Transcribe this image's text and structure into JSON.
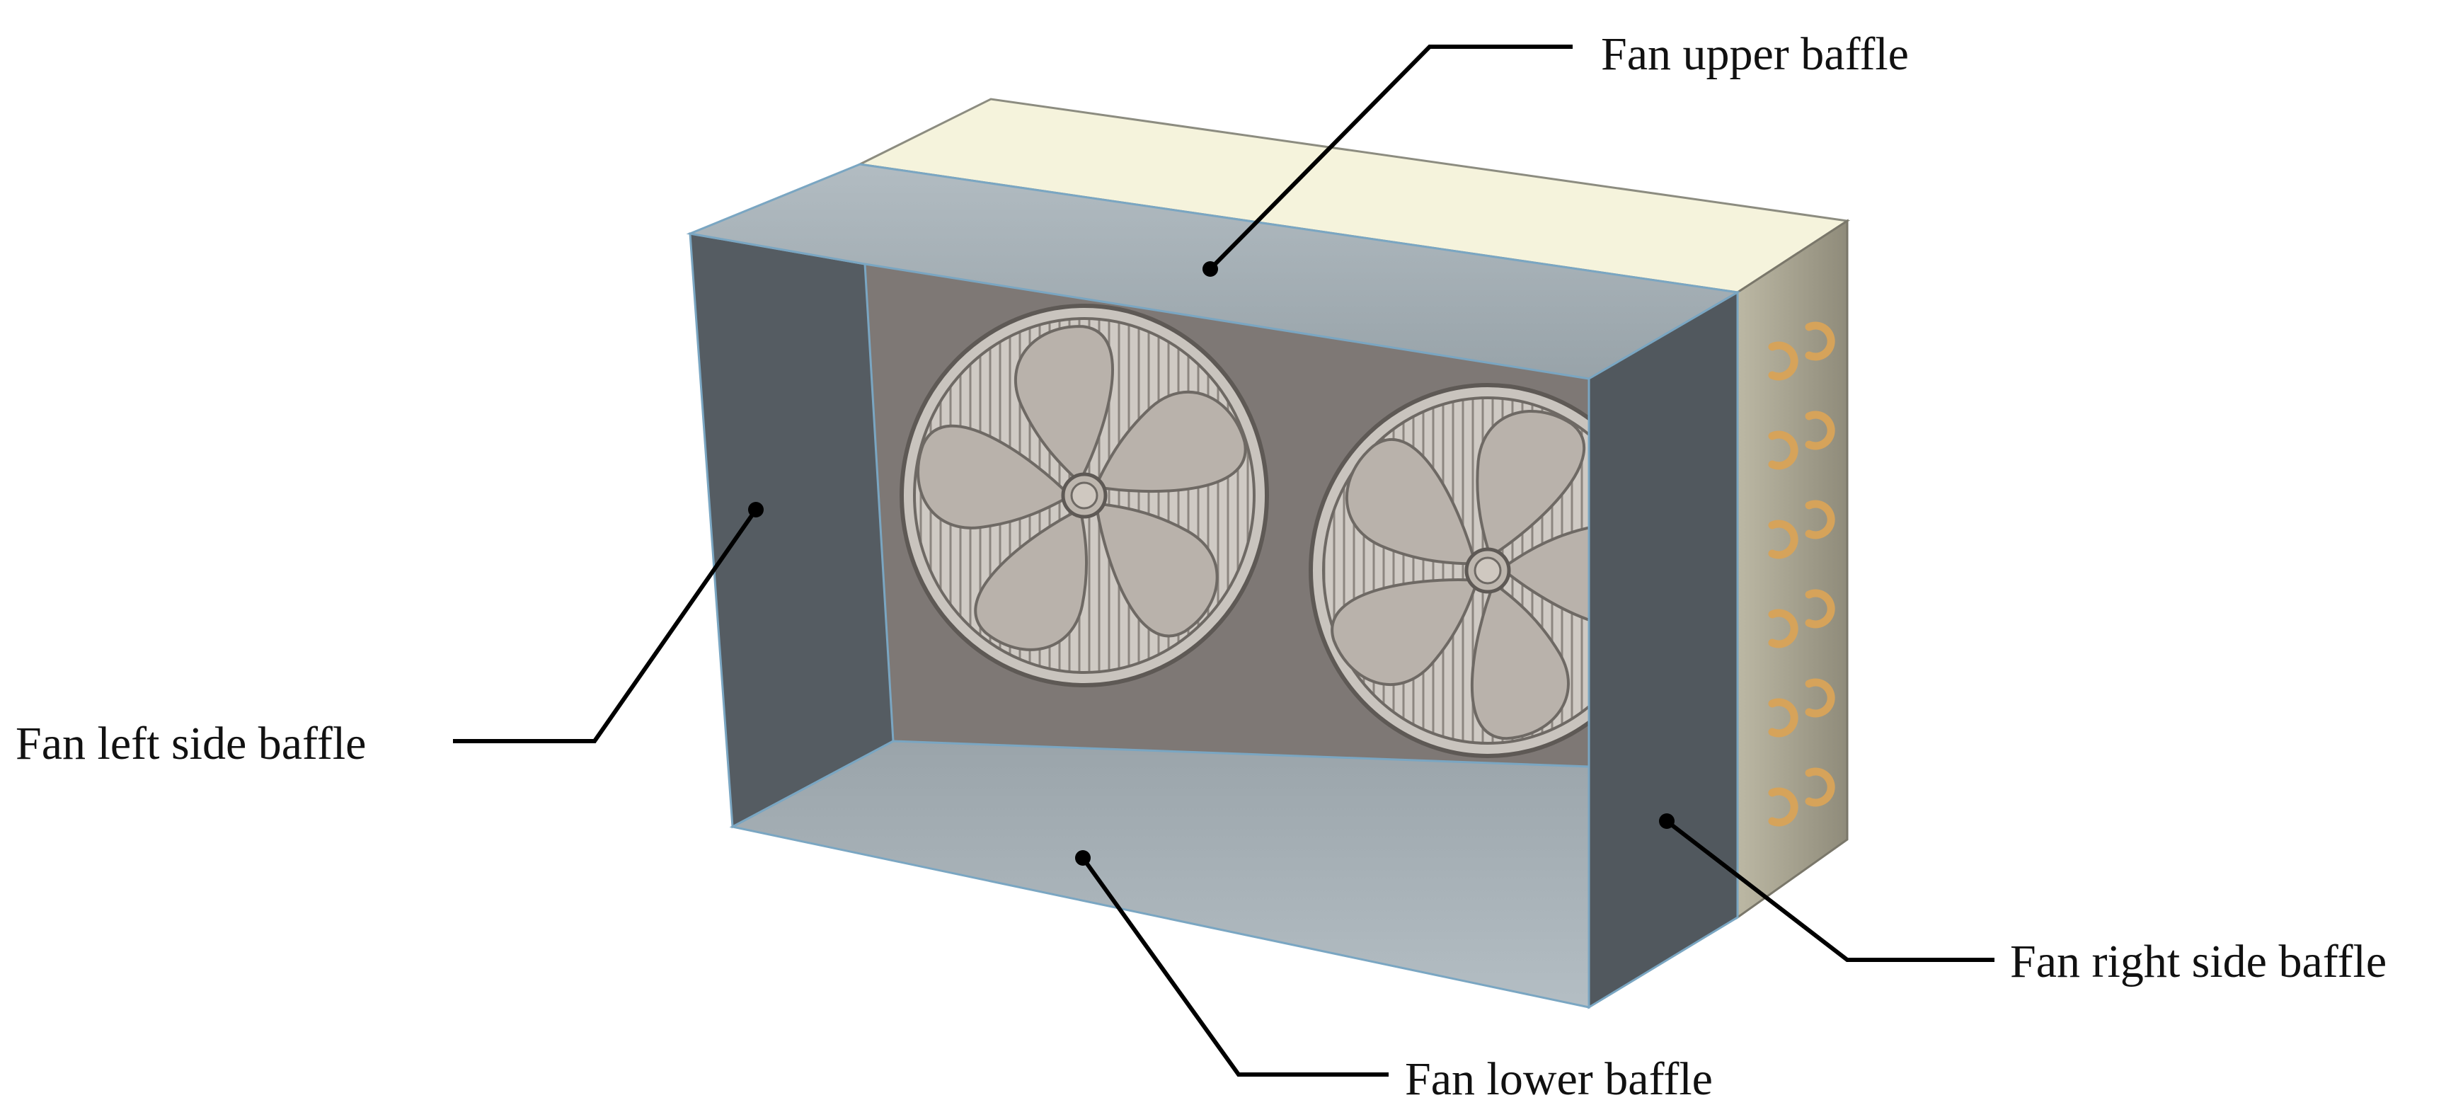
{
  "labels": {
    "upper": "Fan upper baffle",
    "left": "Fan left side baffle",
    "right": "Fan right side baffle",
    "lower": "Fan lower baffle"
  },
  "colors": {
    "top_cover": "#f5f3dc",
    "upper_baffle": "#a3adb3",
    "lower_baffle": "#a6b0b6",
    "left_baffle": "#555c62",
    "right_baffle": "#51585e",
    "back_panel": "#7e7875",
    "coil_side": "#a4a08e",
    "fan_blade": "#b9b2ab",
    "fan_guard": "#d6d1cb",
    "copper_elbow": "#d6a35a",
    "leader_line": "#000000",
    "edge": "#7aa6c2"
  },
  "fans": [
    {
      "name": "left-fan",
      "blades": 5
    },
    {
      "name": "right-fan",
      "blades": 5
    }
  ],
  "coil_elbow_rows": 6
}
